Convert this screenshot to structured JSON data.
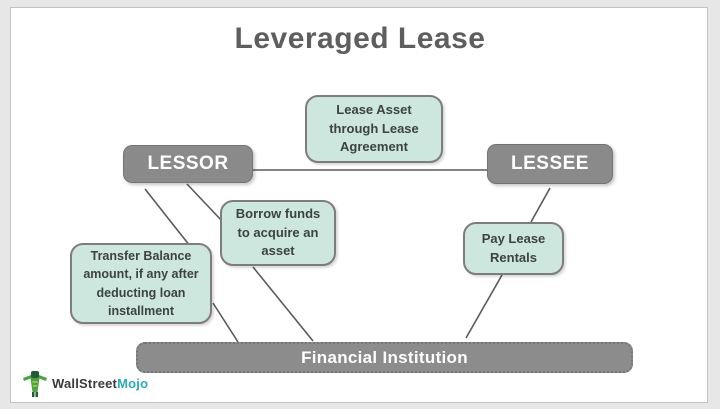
{
  "title": "Leveraged Lease",
  "nodes": {
    "lessor": {
      "label": "LESSOR"
    },
    "lessee": {
      "label": "LESSEE"
    },
    "lease_agreement": {
      "label": "Lease Asset through Lease Agreement"
    },
    "borrow_funds": {
      "label": "Borrow funds to acquire an asset"
    },
    "pay_rentals": {
      "label": "Pay Lease Rentals"
    },
    "transfer_balance": {
      "label": "Transfer Balance amount, if any after deducting loan installment"
    },
    "financial_institution": {
      "label": "Financial Institution"
    }
  },
  "logo": {
    "brand_prefix": "WallStreet",
    "brand_suffix": "Mojo",
    "icon": "bull-mascot-icon"
  },
  "colors": {
    "mint_box": "#cde7df",
    "node_gray": "#8a8a8a",
    "line_gray": "#5a5a5a",
    "title_gray": "#5e5e5e",
    "logo_teal": "#29adb2",
    "mascot_green": "#4da048"
  }
}
